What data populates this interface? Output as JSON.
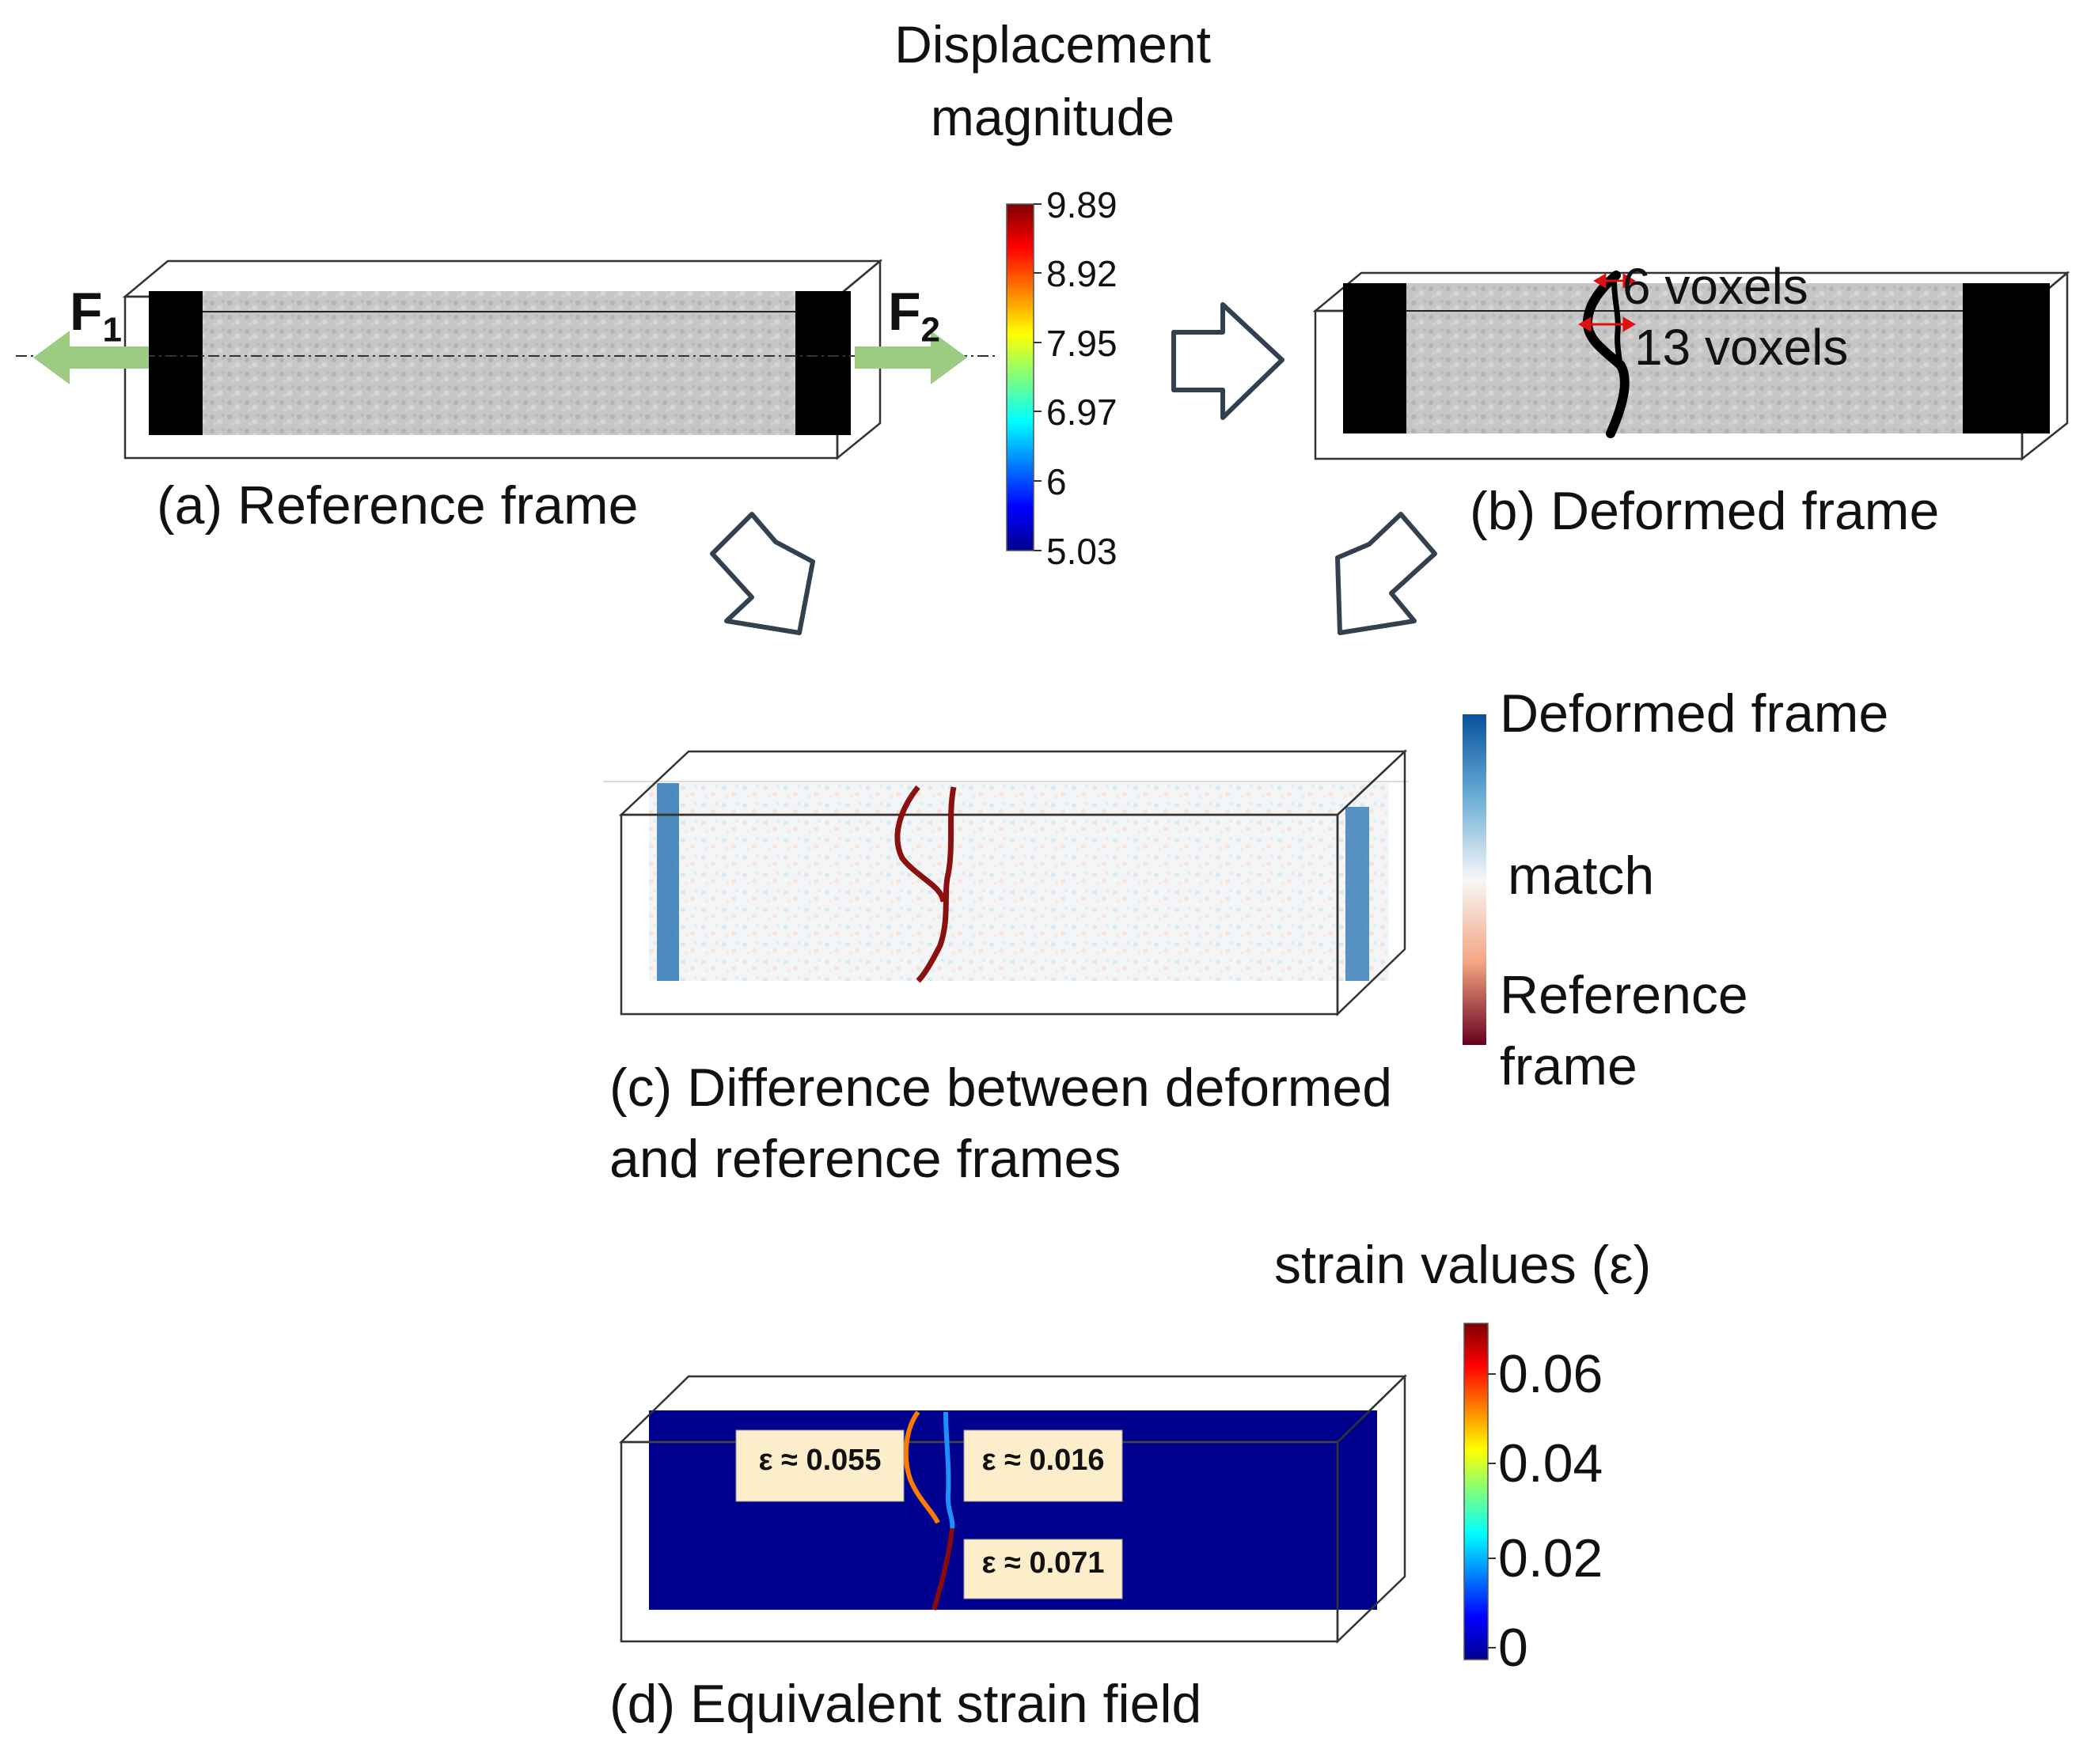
{
  "displacement_colorbar": {
    "title": "Displacement\nmagnitude",
    "ticks": [
      "9.89",
      "8.92",
      "7.95",
      "6.97",
      "6",
      "5.03"
    ]
  },
  "forces": {
    "f1_base": "F",
    "f1_sub": "1",
    "f2_base": "F",
    "f2_sub": "2"
  },
  "panel_a": {
    "caption": "(a) Reference frame"
  },
  "panel_b": {
    "caption": "(b) Deformed frame",
    "measure_top": "6 voxels",
    "measure_bottom": "13 voxels"
  },
  "difference_colorbar": {
    "top": "Deformed frame",
    "middle": "match",
    "bottom": "Reference\nframe"
  },
  "panel_c": {
    "caption": "(c) Difference between deformed\nand reference frames"
  },
  "strain_colorbar": {
    "title": "strain values (ε)",
    "ticks": [
      "0.06",
      "0.04",
      "0.02",
      "0"
    ]
  },
  "panel_d": {
    "caption": "(d) Equivalent strain field",
    "label_left": "ε ≈ 0.055",
    "label_right": "ε ≈ 0.016",
    "label_bottom": "ε ≈ 0.071"
  },
  "colors": {
    "force_arrow": "#9ccc82",
    "flow_arrow_stroke": "#33404f",
    "crack": "#8b1010",
    "strain_field": "#00008f",
    "label_box": "#fdeecb",
    "specimen_gray": "#c4c4c4"
  }
}
